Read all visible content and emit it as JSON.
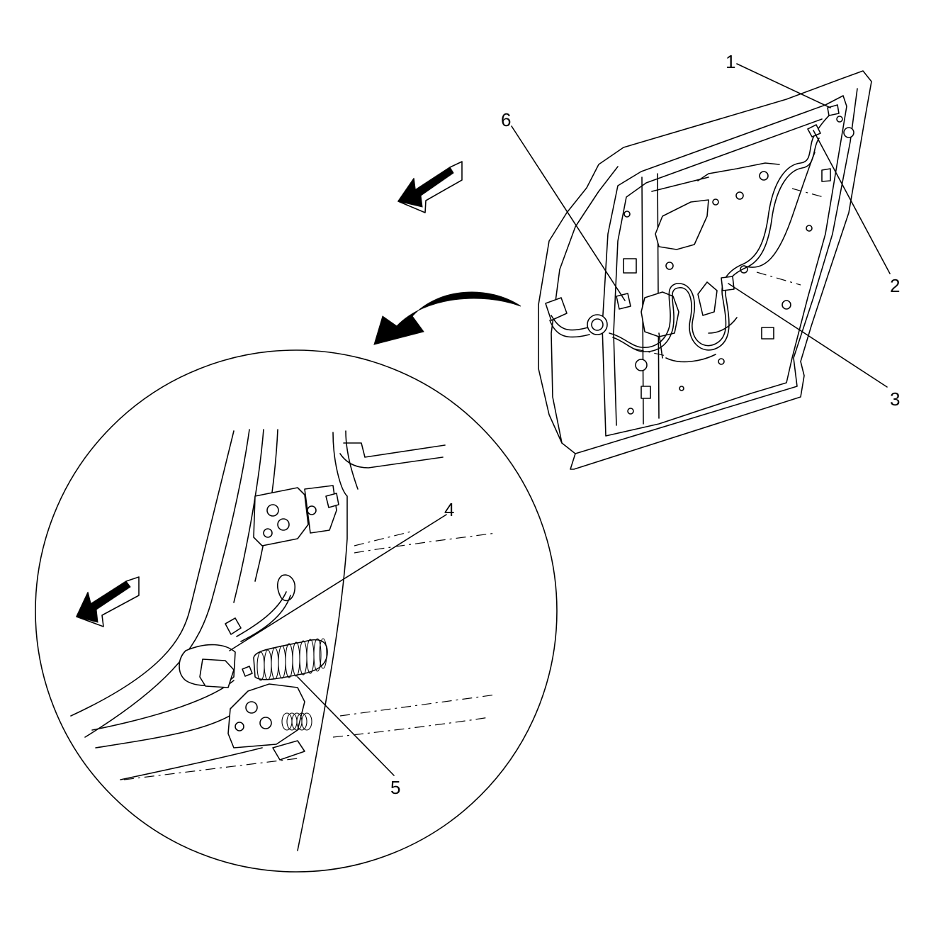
{
  "callouts": [
    {
      "id": "1",
      "text": "1"
    },
    {
      "id": "2",
      "text": "2"
    },
    {
      "id": "3",
      "text": "3"
    },
    {
      "id": "4",
      "text": "4"
    },
    {
      "id": "5",
      "text": "5"
    },
    {
      "id": "6",
      "text": "6"
    }
  ],
  "colors": {
    "line": "#000000",
    "background": "#ffffff"
  },
  "icons": [
    "direction-arrow-icon",
    "detail-view-arrow-icon"
  ]
}
